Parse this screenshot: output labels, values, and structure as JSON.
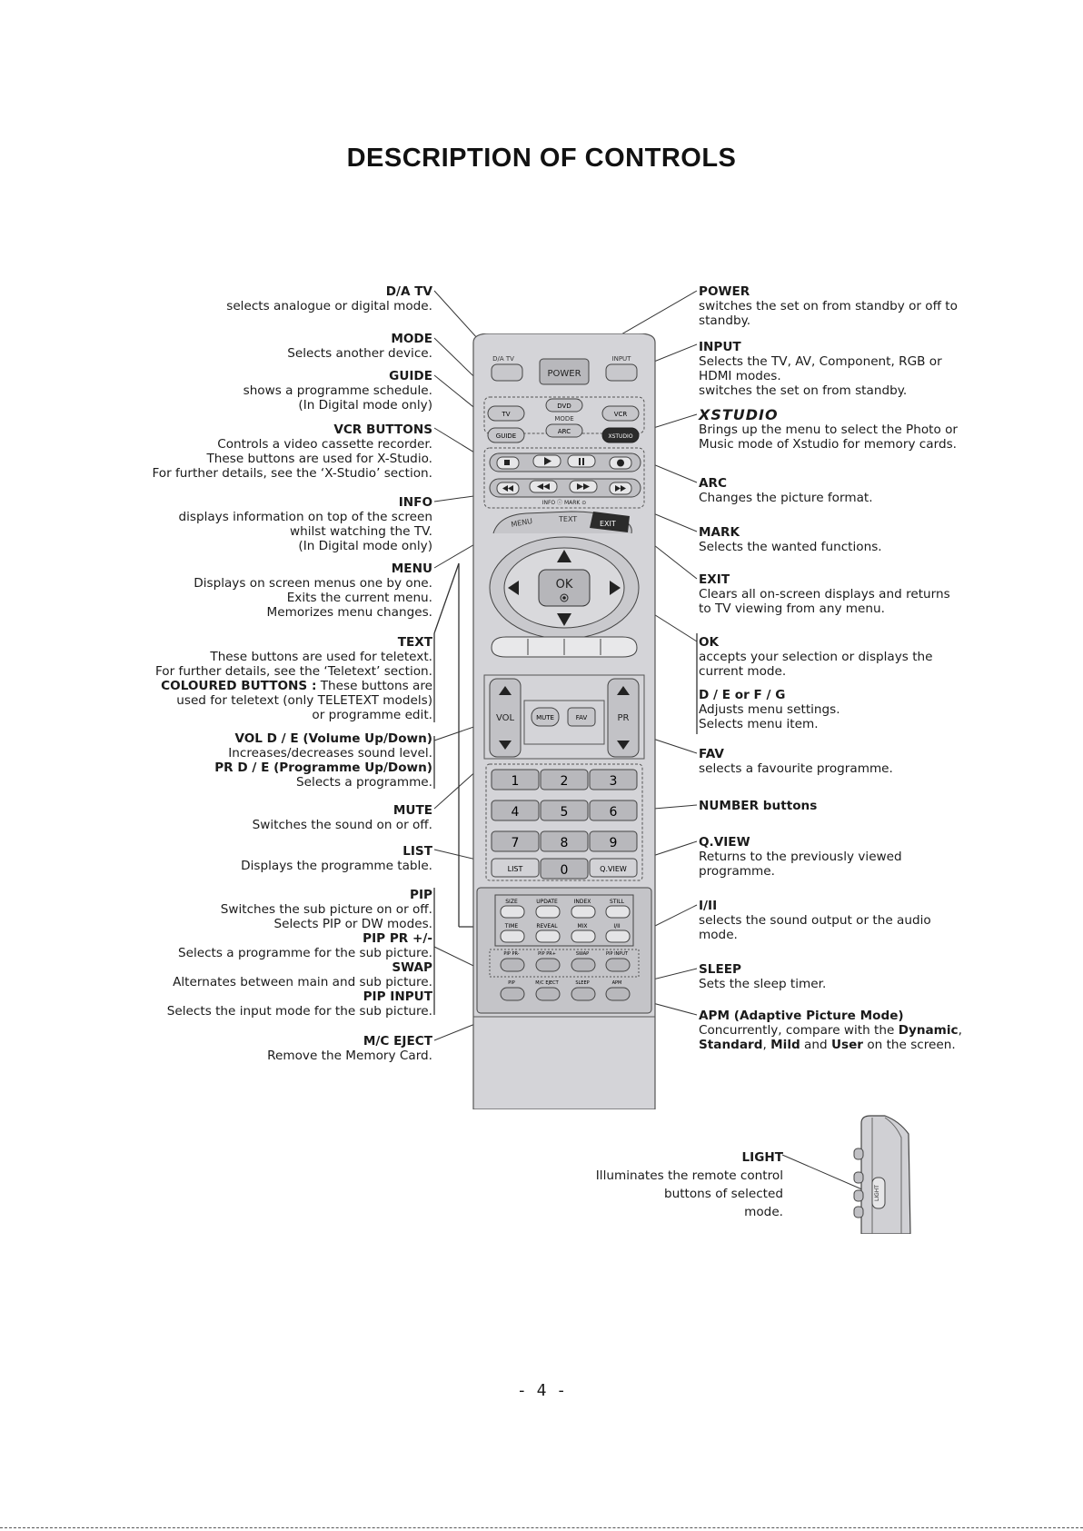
{
  "title": "DESCRIPTION OF CONTROLS",
  "left_items": [
    {
      "head": "D/A TV",
      "lines": [
        "selects analogue or digital mode."
      ]
    },
    {
      "head": "MODE",
      "lines": [
        "Selects another device."
      ]
    },
    {
      "head": "GUIDE",
      "lines": [
        "shows a programme schedule.",
        "(In Digital mode only)"
      ]
    },
    {
      "head": "VCR BUTTONS",
      "lines": [
        "Controls a video cassette recorder.",
        "These buttons are used for X-Studio.",
        "For further details, see the ‘X-Studio’ section."
      ]
    },
    {
      "head": "INFO",
      "lines": [
        "displays information on top of the screen",
        "whilst watching the TV.",
        "(In Digital mode only)"
      ]
    },
    {
      "head": "MENU",
      "lines": [
        "Displays on screen menus one by one.",
        "Exits the current menu.",
        "Memorizes menu changes."
      ]
    },
    {
      "head": "TEXT",
      "lines": [
        "These buttons are used for teletext.",
        "For further details, see the ‘Teletext’ section."
      ]
    },
    {
      "head_inline": "COLOURED BUTTONS :",
      "inline_rest": " These buttons are",
      "lines": [
        "used for teletext (only TELETEXT models)",
        "or programme edit."
      ]
    },
    {
      "head": "VOL D / E  (Volume Up/Down)",
      "lines": [
        "Increases/decreases sound level."
      ]
    },
    {
      "head": "PR D / E  (Programme Up/Down)",
      "lines": [
        "Selects a programme."
      ]
    },
    {
      "head": "MUTE",
      "lines": [
        "Switches the sound on or off."
      ]
    },
    {
      "head": "LIST",
      "lines": [
        "Displays the programme table."
      ]
    },
    {
      "head": "PIP",
      "lines": [
        "Switches the sub picture on or off.",
        "Selects PIP or DW modes."
      ]
    },
    {
      "head": "PIP PR +/-",
      "lines": [
        "Selects a programme for the sub picture."
      ]
    },
    {
      "head": "SWAP",
      "lines": [
        "Alternates between main and sub picture."
      ]
    },
    {
      "head": "PIP INPUT",
      "lines": [
        "Selects the input mode for the sub picture."
      ]
    },
    {
      "head": "M/C EJECT",
      "lines": [
        "Remove the Memory Card."
      ]
    }
  ],
  "right_items": [
    {
      "head": "POWER",
      "lines": [
        "switches the set on from standby or off to",
        "standby."
      ]
    },
    {
      "head": "INPUT",
      "lines": [
        "Selects the TV, AV, Component, RGB or",
        "HDMI modes.",
        "switches the set on from standby."
      ]
    },
    {
      "head": "XSTUDIO",
      "lines": [
        "Brings up the menu to select the Photo or",
        "Music mode of Xstudio for memory cards."
      ]
    },
    {
      "head": "ARC",
      "lines": [
        "Changes the picture format."
      ]
    },
    {
      "head": "MARK",
      "lines": [
        "Selects the wanted functions."
      ]
    },
    {
      "head": "EXIT",
      "lines": [
        "Clears all on-screen displays and returns",
        "to TV viewing from any menu."
      ]
    },
    {
      "head": "OK",
      "lines": [
        "accepts your selection or displays the",
        "current mode."
      ]
    },
    {
      "head": "D / E or F / G",
      "lines": [
        "Adjusts menu settings.",
        "Selects menu item."
      ]
    },
    {
      "head": "FAV",
      "lines": [
        "selects a favourite programme."
      ]
    },
    {
      "head": "NUMBER buttons",
      "lines": []
    },
    {
      "head": "Q.VIEW",
      "lines": [
        "Returns to the previously viewed",
        "programme."
      ]
    },
    {
      "head": "I/II",
      "lines": [
        "selects the sound output or the audio",
        "mode."
      ]
    },
    {
      "head": "SLEEP",
      "lines": [
        "Sets the sleep timer."
      ]
    },
    {
      "head": "APM (Adaptive Picture Mode)",
      "apm_line1": "Concurrently, compare with the ",
      "apm_b1": "Dynamic",
      "apm_c1": ",",
      "apm_b2": "Standard",
      "apm_c2": ", ",
      "apm_b3": "Mild",
      "apm_c3": " and ",
      "apm_b4": "User",
      "apm_c4": " on the screen."
    }
  ],
  "light": {
    "head": "LIGHT",
    "lines": [
      "Illuminates the remote control",
      "buttons of selected",
      "mode."
    ]
  },
  "remote_labels": {
    "datv": "D/A TV",
    "power": "POWER",
    "input": "INPUT",
    "tv": "TV",
    "dvd": "DVD",
    "vcr": "VCR",
    "mode": "MODE",
    "guide": "GUIDE",
    "arc": "ARC",
    "xstudio": "XSTUDIO",
    "info_mark": "INFO ⓘ   MARK ⊙",
    "menu": "MENU",
    "text": "TEXT",
    "exit": "EXIT",
    "ok": "OK",
    "vol": "VOL",
    "pr": "PR",
    "mute": "MUTE",
    "fav": "FAV",
    "numbers": [
      "1",
      "2",
      "3",
      "4",
      "5",
      "6",
      "7",
      "8",
      "9"
    ],
    "list": "LIST",
    "zero": "0",
    "qview": "Q.VIEW",
    "row1": [
      "SIZE",
      "UPDATE",
      "INDEX",
      "STILL"
    ],
    "row2": [
      "TIME",
      "REVEAL",
      "MIX",
      "I/II"
    ],
    "row3": [
      "PIP PR-",
      "PIP PR+",
      "SWAP",
      "PIP INPUT"
    ],
    "row4": [
      "PIP",
      "M/C EJECT",
      "SLEEP",
      "APM"
    ],
    "light_side": "LIGHT"
  },
  "page_number": "- 4 -"
}
